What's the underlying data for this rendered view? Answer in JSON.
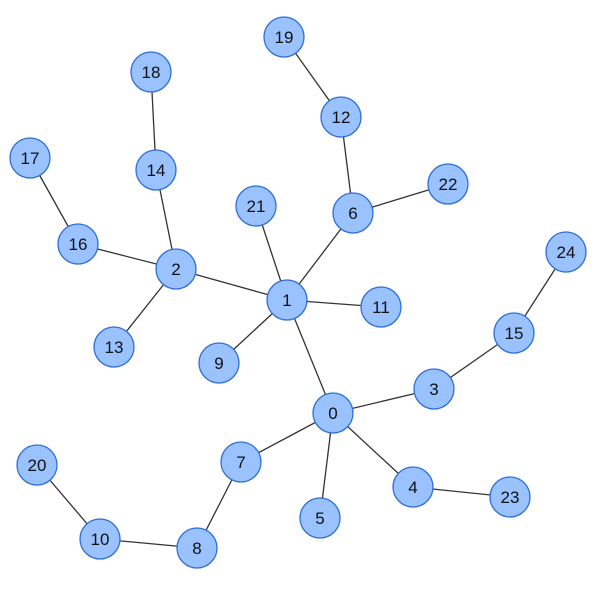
{
  "graph": {
    "node_fill": "#99c2ff",
    "node_stroke": "#2f6fd6",
    "edge_color": "#333333",
    "nodes": [
      {
        "id": "0",
        "label": "0"
      },
      {
        "id": "1",
        "label": "1"
      },
      {
        "id": "2",
        "label": "2"
      },
      {
        "id": "3",
        "label": "3"
      },
      {
        "id": "4",
        "label": "4"
      },
      {
        "id": "5",
        "label": "5"
      },
      {
        "id": "6",
        "label": "6"
      },
      {
        "id": "7",
        "label": "7"
      },
      {
        "id": "8",
        "label": "8"
      },
      {
        "id": "9",
        "label": "9"
      },
      {
        "id": "10",
        "label": "10"
      },
      {
        "id": "11",
        "label": "11"
      },
      {
        "id": "12",
        "label": "12"
      },
      {
        "id": "13",
        "label": "13"
      },
      {
        "id": "14",
        "label": "14"
      },
      {
        "id": "15",
        "label": "15"
      },
      {
        "id": "16",
        "label": "16"
      },
      {
        "id": "17",
        "label": "17"
      },
      {
        "id": "18",
        "label": "18"
      },
      {
        "id": "19",
        "label": "19"
      },
      {
        "id": "20",
        "label": "20"
      },
      {
        "id": "21",
        "label": "21"
      },
      {
        "id": "22",
        "label": "22"
      },
      {
        "id": "23",
        "label": "23"
      },
      {
        "id": "24",
        "label": "24"
      }
    ],
    "edges": [
      [
        "0",
        "1"
      ],
      [
        "0",
        "3"
      ],
      [
        "0",
        "4"
      ],
      [
        "0",
        "5"
      ],
      [
        "0",
        "7"
      ],
      [
        "1",
        "2"
      ],
      [
        "1",
        "6"
      ],
      [
        "1",
        "9"
      ],
      [
        "1",
        "11"
      ],
      [
        "1",
        "21"
      ],
      [
        "2",
        "13"
      ],
      [
        "2",
        "14"
      ],
      [
        "2",
        "16"
      ],
      [
        "3",
        "15"
      ],
      [
        "4",
        "23"
      ],
      [
        "6",
        "12"
      ],
      [
        "6",
        "22"
      ],
      [
        "7",
        "8"
      ],
      [
        "8",
        "10"
      ],
      [
        "10",
        "20"
      ],
      [
        "12",
        "19"
      ],
      [
        "14",
        "18"
      ],
      [
        "15",
        "24"
      ],
      [
        "16",
        "17"
      ]
    ]
  }
}
